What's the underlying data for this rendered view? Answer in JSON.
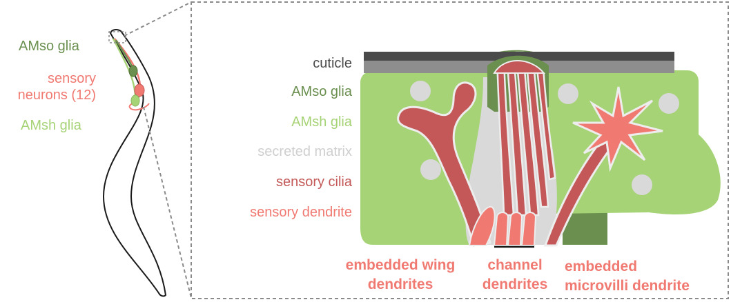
{
  "colors": {
    "cuticle": "#4a4a4a",
    "cuticle_light": "#8e8e8e",
    "amso": "#6a8f4e",
    "amsh": "#a7d377",
    "matrix": "#d9d9d9",
    "cilia": "#c45858",
    "dendrite": "#f07a72",
    "outline": "#1a1a1a",
    "dashed": "#8a8a8a"
  },
  "left_labels": {
    "amso": "AMso glia",
    "sensory_neurons_line1": "sensory",
    "sensory_neurons_line2": "neurons (12)",
    "amsh": "AMsh glia"
  },
  "legend": {
    "cuticle": "cuticle",
    "amso": "AMso glia",
    "amsh": "AMsh glia",
    "matrix": "secreted matrix",
    "cilia": "sensory cilia",
    "dendrite": "sensory dendrite"
  },
  "bottom_labels": {
    "wing_line1": "embedded wing",
    "wing_line2": "dendrites",
    "channel_line1": "channel",
    "channel_line2": "dendrites",
    "microvilli_line1": "embedded",
    "microvilli_line2": "microvilli dendrite"
  }
}
